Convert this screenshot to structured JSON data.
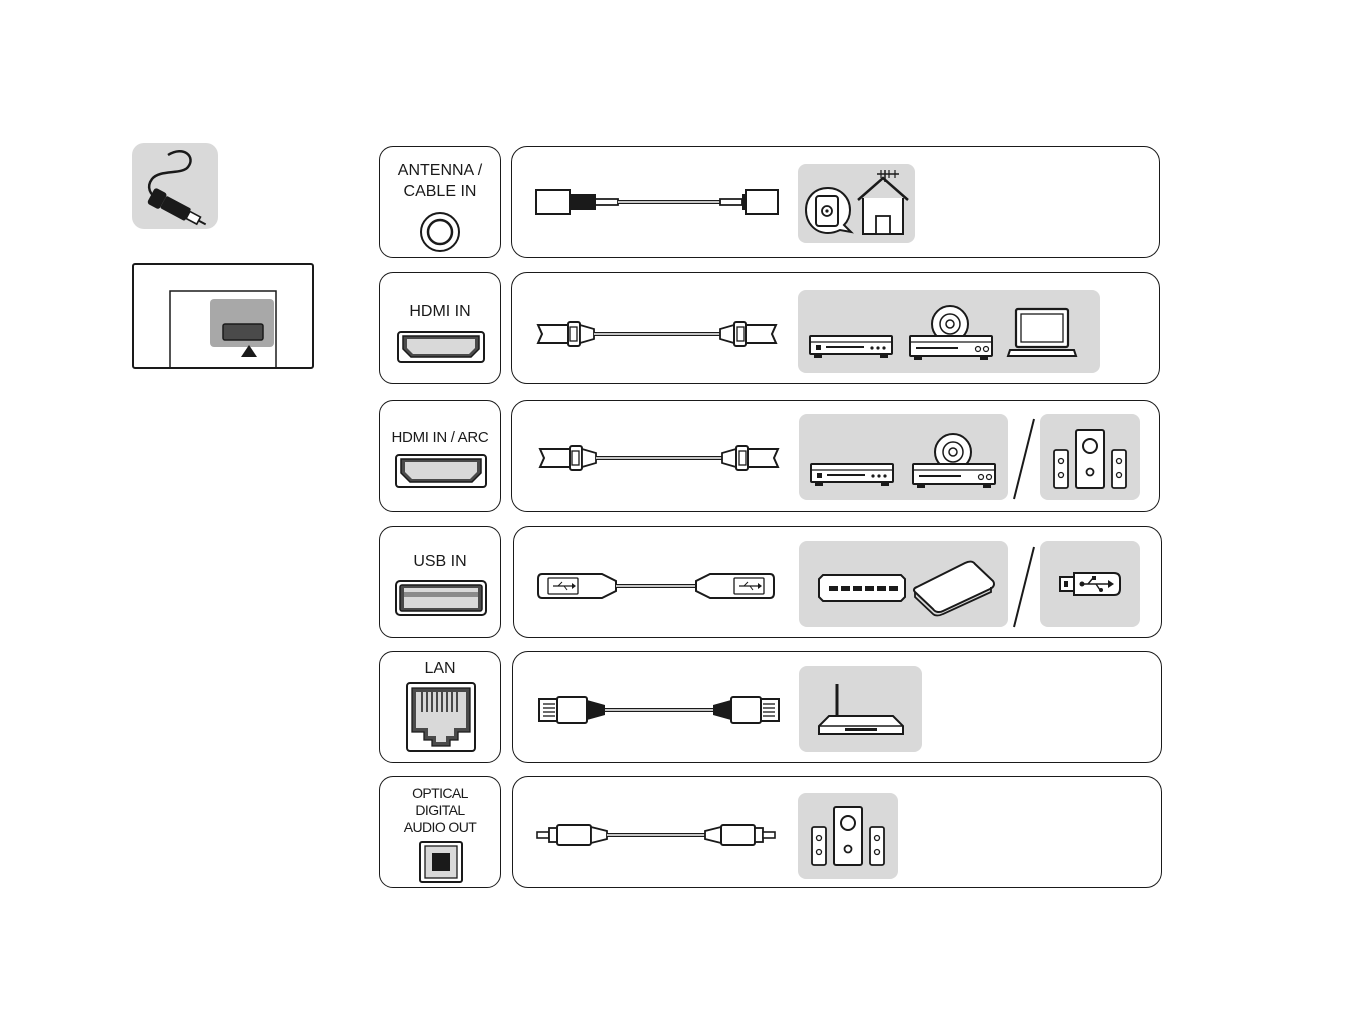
{
  "colors": {
    "stroke": "#1a1a1a",
    "tile": "#d9d9d9",
    "dark": "#4a4a4a",
    "background": "#ffffff"
  },
  "connections": [
    {
      "id": "antenna",
      "label_lines": [
        "ANTENNA /",
        "CABLE IN"
      ],
      "port_icon": "coax-port-icon",
      "cable_icon": "coax-cable-icon",
      "devices": [
        "wall-outlet-icon",
        "house-antenna-icon"
      ]
    },
    {
      "id": "hdmi",
      "label_lines": [
        "HDMI IN"
      ],
      "port_icon": "hdmi-port-icon",
      "cable_icon": "hdmi-cable-icon",
      "devices": [
        "set-top-box-icon",
        "dvd-player-icon",
        "laptop-icon"
      ]
    },
    {
      "id": "hdmi-arc",
      "label_lines": [
        "HDMI IN / ARC"
      ],
      "port_icon": "hdmi-port-icon",
      "cable_icon": "hdmi-cable-icon",
      "devices": [
        "set-top-box-icon",
        "dvd-player-icon",
        "speakers-icon"
      ]
    },
    {
      "id": "usb",
      "label_lines": [
        "USB IN"
      ],
      "port_icon": "usb-port-icon",
      "cable_icon": "usb-cable-icon",
      "devices": [
        "usb-hub-icon",
        "external-hdd-icon",
        "usb-stick-icon"
      ]
    },
    {
      "id": "lan",
      "label_lines": [
        "LAN"
      ],
      "port_icon": "lan-port-icon",
      "cable_icon": "lan-cable-icon",
      "devices": [
        "router-icon"
      ]
    },
    {
      "id": "optical",
      "label_lines": [
        "OPTICAL",
        "DIGITAL",
        "AUDIO OUT"
      ],
      "port_icon": "optical-port-icon",
      "cable_icon": "optical-cable-icon",
      "devices": [
        "speakers-icon"
      ]
    }
  ]
}
